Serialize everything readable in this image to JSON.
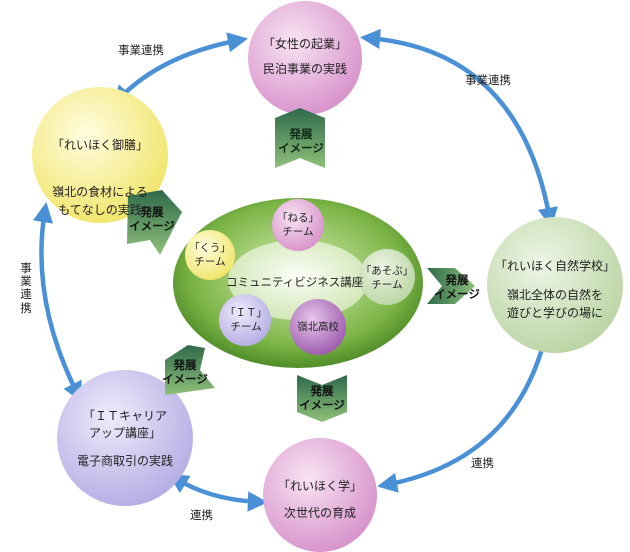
{
  "nodes": {
    "joseikigyo": {
      "title": "「女性の起業」",
      "desc": "民泊事業の実践"
    },
    "reihokugozen": {
      "title": "「れいほく御膳」",
      "desc": "嶺北の食材による\nもてなしの実践"
    },
    "shizengakko": {
      "title": "「れいほく自然学校」",
      "desc": "嶺北全体の自然を\n遊びと学びの場に"
    },
    "itcareer": {
      "title": "「ＩＴキャリア\nアップ講座」",
      "desc": "電子商取引の実践"
    },
    "reihokugaku": {
      "title": "「れいほく学」",
      "desc": "次世代の育成"
    }
  },
  "center": {
    "title": "コミュニティビジネス講座",
    "teams": {
      "neru": "「ねる」\nチーム",
      "kuu": "「くう」\nチーム",
      "asobu": "「あそぶ」\nチーム",
      "it": "「ＩＴ」\nチーム",
      "highschool": "嶺北高校"
    }
  },
  "links": {
    "top_left": "事業連携",
    "top_right": "事業連携",
    "left": "事業連携",
    "bottom_left": "連携",
    "bottom_right": "連携"
  },
  "development": {
    "top": "発展\nイメージ",
    "upper_left": "発展\nイメージ",
    "right": "発展\nイメージ",
    "lower_left": "発展\nイメージ",
    "bottom": "発展\nイメージ"
  },
  "colors": {
    "arrow": "#4a90d6",
    "pink": "#e6a9d9",
    "yellow": "#f8f39a",
    "green_light": "#cfe3bf",
    "lavender": "#c9c3ec",
    "ellipse_green": "#5e9a2e",
    "chevron_green": "#5f9a52"
  }
}
